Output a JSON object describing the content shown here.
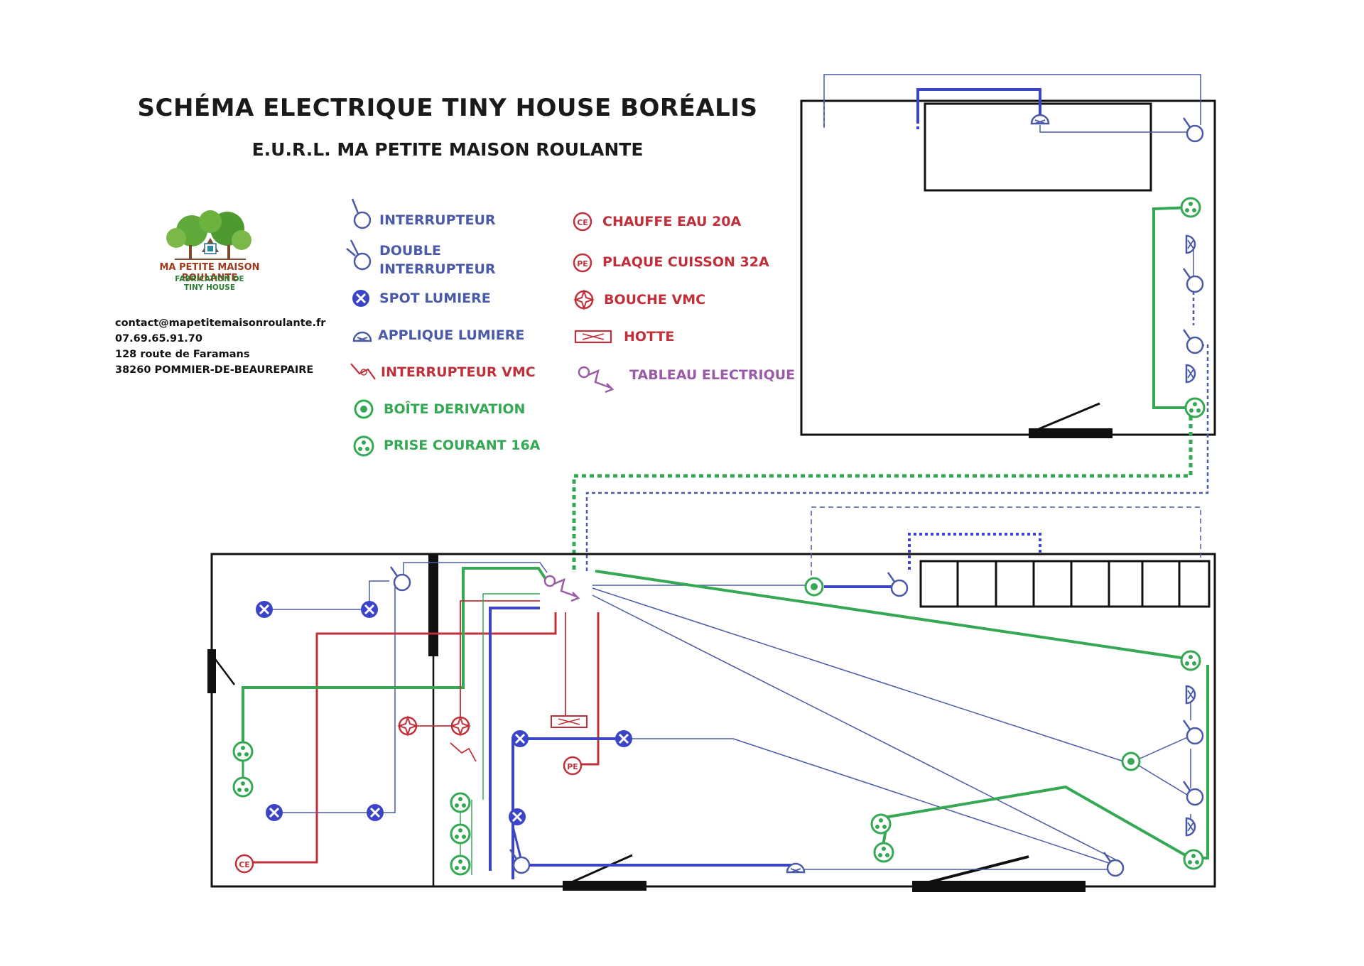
{
  "header": {
    "title": "SCHÉMA ELECTRIQUE TINY HOUSE BORÉALIS",
    "subtitle": "E.U.R.L. MA PETITE MAISON ROULANTE"
  },
  "logo": {
    "name": "MA PETITE MAISON ROULANTE",
    "sub1": "FABRICATION DE",
    "sub2": "TINY HOUSE"
  },
  "contact": {
    "email": "contact@mapetitemaisonroulante.fr",
    "phone": "07.69.65.91.70",
    "address1": "128 route de Faramans",
    "address2": "38260 POMMIER-DE-BEAUREPAIRE"
  },
  "legend": {
    "interrupteur": "INTERRUPTEUR",
    "double_1": "DOUBLE",
    "double_2": "INTERRUPTEUR",
    "spot": "SPOT LUMIERE",
    "applique": "APPLIQUE LUMIERE",
    "interrupteur_vmc": "INTERRUPTEUR VMC",
    "boite": "BOÎTE DERIVATION",
    "prise": "PRISE COURANT 16A",
    "chauffe_eau": "CHAUFFE EAU 20A",
    "plaque": "PLAQUE CUISSON 32A",
    "bouche_vmc": "BOUCHE VMC",
    "hotte": "HOTTE",
    "tableau": "TABLEAU ELECTRIQUE"
  },
  "symbols": {
    "ce": "CE",
    "pe": "PE"
  },
  "colors": {
    "blue": "#4a5aa8",
    "red": "#c0303a",
    "green": "#34a853",
    "purple": "#9b5aa8",
    "black": "#111111"
  }
}
